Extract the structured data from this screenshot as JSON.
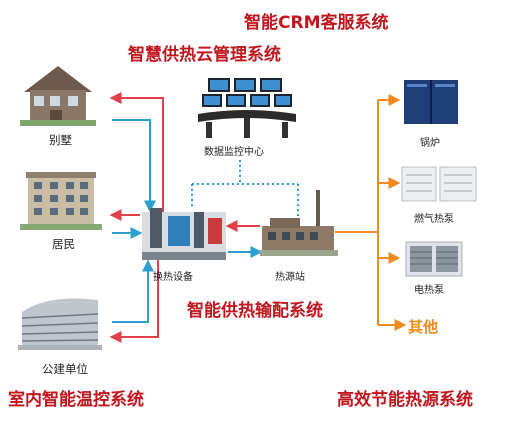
{
  "titles": {
    "crm": "智能CRM客服系统",
    "cloud": "智慧供热云管理系统",
    "distribution": "智能供热输配系统",
    "indoor": "室内智能温控系统",
    "source": "高效节能热源系统"
  },
  "buildings": {
    "villa": "别墅",
    "residence": "居民",
    "public": "公建单位"
  },
  "center": {
    "monitor": "数据监控中心",
    "exchanger": "换热设备",
    "station": "热源站"
  },
  "sources": {
    "boiler": "锅炉",
    "gas_pump": "燃气热泵",
    "electric_pump": "电热泵",
    "other": "其他"
  },
  "colors": {
    "red_title": "#c0161e",
    "red_arrow": "#e0404a",
    "blue_arrow": "#2a9fd0",
    "orange": "#f08a1c",
    "dotted_blue": "#2aa0d8"
  }
}
